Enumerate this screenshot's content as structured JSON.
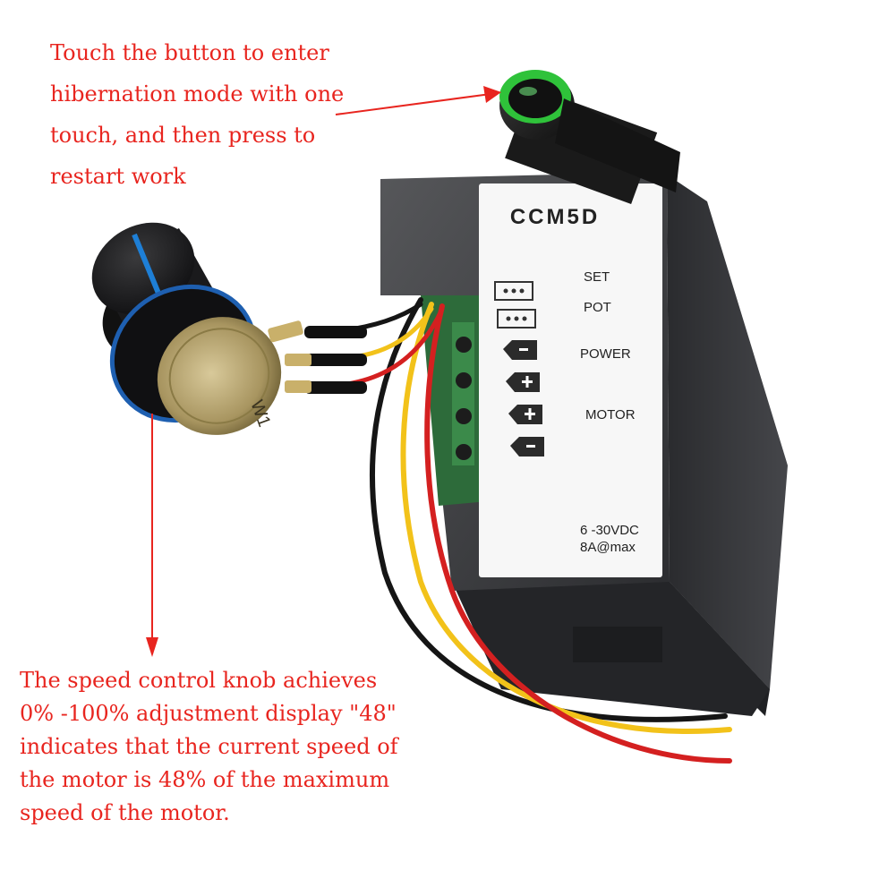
{
  "annotations": {
    "top_lines": [
      "Touch the button to enter",
      "hibernation mode with one",
      "touch, and then press to",
      "restart work"
    ],
    "bottom_lines": [
      "The speed control knob achieves",
      "0% -100% adjustment display \"48\"",
      "indicates that the current speed of",
      "the motor is 48% of the maximum",
      "speed of the motor."
    ]
  },
  "device": {
    "model": "CCM5D",
    "labels": {
      "set": "SET",
      "pot": "POT",
      "power": "POWER",
      "motor": "MOTOR"
    },
    "rating_line1": "6 -30VDC",
    "rating_line2": "8A@max",
    "pot_marking": "W1"
  },
  "colors": {
    "annotation_red": "#e8251f",
    "housing": "#3c3d40",
    "button_ring": "#2fc23a",
    "knob_stripe": "#1e7fd6",
    "wire_red": "#d42020",
    "wire_yellow": "#f2c21a",
    "wire_black": "#151515"
  }
}
